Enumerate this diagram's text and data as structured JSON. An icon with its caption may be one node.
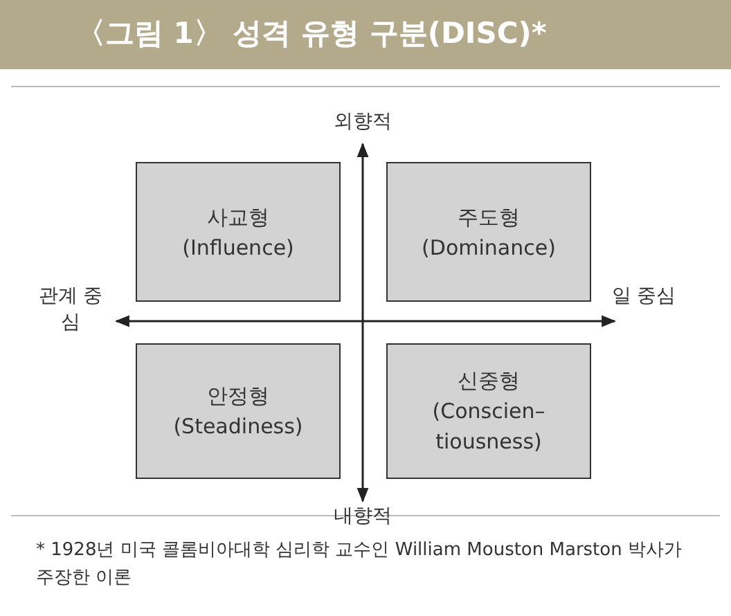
{
  "diagram": {
    "title": "〈그림 1〉 성격 유형 구분(DISC)*",
    "nodes": [
      {
        "text": [
          "사교형",
          "(Influence)"
        ]
      },
      {
        "text": [
          "주도형",
          "(Dominance)"
        ]
      },
      {
        "text": [
          "안정형",
          "(Steadiness)"
        ]
      },
      {
        "text": [
          "신중형",
          "(Conscien– tiousness)"
        ]
      }
    ],
    "edges": [],
    "labels": [
      "외향적",
      "관계 중심",
      "일 중심",
      "내향적"
    ],
    "caption": "* 1928년 미국 콜롬비아대학 심리학 교수인 William Mouston Marston 박사가 주장한 이론"
  }
}
